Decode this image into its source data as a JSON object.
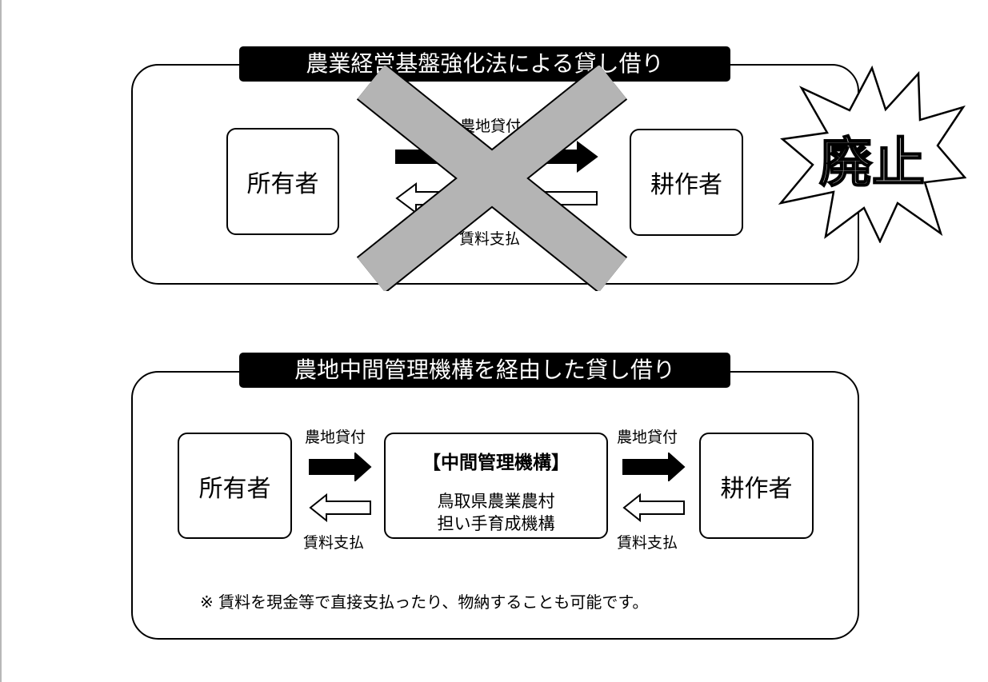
{
  "top_section": {
    "title": "農業経営基盤強化法による貸し借り",
    "owner_label": "所有者",
    "cultivator_label": "耕作者",
    "lend_label": "農地貸付",
    "rent_label": "賃料支払",
    "abolished_label": "廃止"
  },
  "bottom_section": {
    "title": "農地中間管理機構を経由した貸し借り",
    "owner_label": "所有者",
    "cultivator_label": "耕作者",
    "intermediary_title": "【中間管理機構】",
    "intermediary_line1": "鳥取県農業農村",
    "intermediary_line2": "担い手育成機構",
    "left_lend_label": "農地貸付",
    "left_rent_label": "賃料支払",
    "right_lend_label": "農地貸付",
    "right_rent_label": "賃料支払",
    "note": "※ 賃料を現金等で直接支払ったり、物納することも可能です。"
  },
  "colors": {
    "cross": "#b4b4b4",
    "burst_text": "#b4b4b4",
    "title_bg": "#000000"
  }
}
